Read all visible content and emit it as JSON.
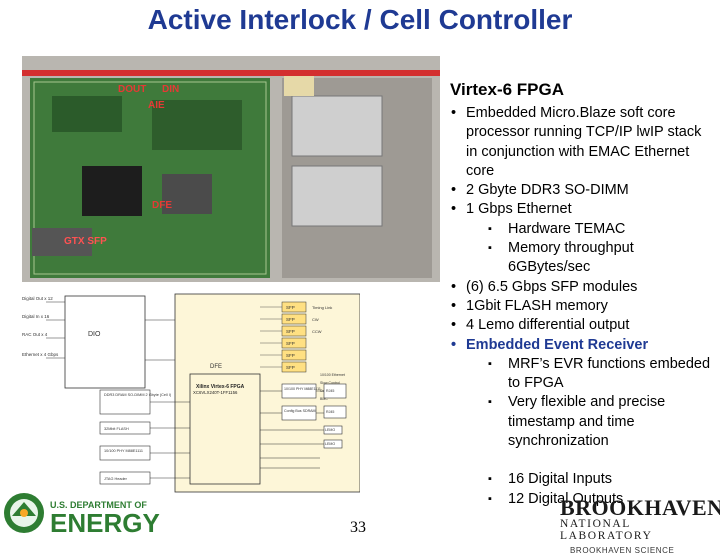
{
  "slide": {
    "title": "Active Interlock / Cell Controller",
    "page_number": "33"
  },
  "photo": {
    "labels": [
      "DOUT",
      "DIN",
      "AIE",
      "DFE",
      "GTX SFP"
    ]
  },
  "diagram": {
    "left_labels": [
      "Digital Out x 12",
      "Digital In x 16",
      "RAC Out x 4",
      "Ethernet x 4 Gbps"
    ],
    "dio_label": "DIO",
    "dfe_label": "DFE",
    "fpga_label": [
      "Xilinx Virtex-6 FPGA",
      "XC6VLX240T-1FF1156"
    ],
    "memory_blocks": [
      [
        "DDR3 DRAM",
        "SO-DIMM",
        "2 Gbyte",
        "(Cell I)"
      ],
      [
        "32Mbit FLASH"
      ],
      [
        "10/100 PHY",
        "M88E1111"
      ],
      [
        "JTAG Header"
      ]
    ],
    "sfp_labels": [
      "SFP",
      "SFP",
      "SFP",
      "SFP",
      "SFP",
      "SFP"
    ],
    "sfp_right_labels": [
      "Timing Link",
      "CW",
      "CCW"
    ],
    "center_boxes": [
      [
        "10/100 PHY",
        "M88E1111"
      ],
      [
        "Config Bus",
        "SDRAM"
      ]
    ],
    "side_boxes": [
      "RJ45",
      "RJ45",
      "LEMO",
      "LEMO"
    ],
    "right_notes": [
      "10/100 Ethernet",
      "Slow Control",
      "Console",
      "BMC"
    ]
  },
  "right": {
    "heading": "Virtex-6 FPGA",
    "bullets": [
      {
        "text": "Embedded Micro.Blaze soft core processor running TCP/IP lwIP stack in conjunction with EMAC Ethernet core",
        "level": 1
      },
      {
        "text": "2 Gbyte DDR3 SO-DIMM",
        "level": 1
      },
      {
        "text": "1 Gbps Ethernet",
        "level": 1
      },
      {
        "text": "Hardware TEMAC",
        "level": 2
      },
      {
        "text": "Memory throughput 6GBytes/sec",
        "level": 2
      },
      {
        "text": " (6) 6.5 Gbps SFP modules",
        "level": 1
      },
      {
        "text": "1Gbit FLASH memory",
        "level": 1
      },
      {
        "text": "4 Lemo differential output",
        "level": 1
      },
      {
        "text": "Embedded Event Receiver",
        "level": 1
      },
      {
        "text": "MRF’s EVR functions embeded to FPGA",
        "level": 2
      },
      {
        "text": "Very flexible and precise timestamp and time synchronization",
        "level": 2
      },
      {
        "text": "16 Digital Inputs",
        "level": 2
      },
      {
        "text": "12 Digital Outputs",
        "level": 2
      }
    ]
  },
  "footer": {
    "doe_line1": "U.S. DEPARTMENT OF",
    "doe_line2": "ENERGY",
    "bnl_logo": "BROOKHAVEN",
    "bnl_sub": "NATIONAL LABORATORY",
    "bnl_sci": "BROOKHAVEN SCIENCE"
  },
  "colors": {
    "title": "#1f3a93",
    "accent_red": "#d32f2f",
    "board_green": "#3f7a3b",
    "doe_green": "#2e7d32"
  }
}
